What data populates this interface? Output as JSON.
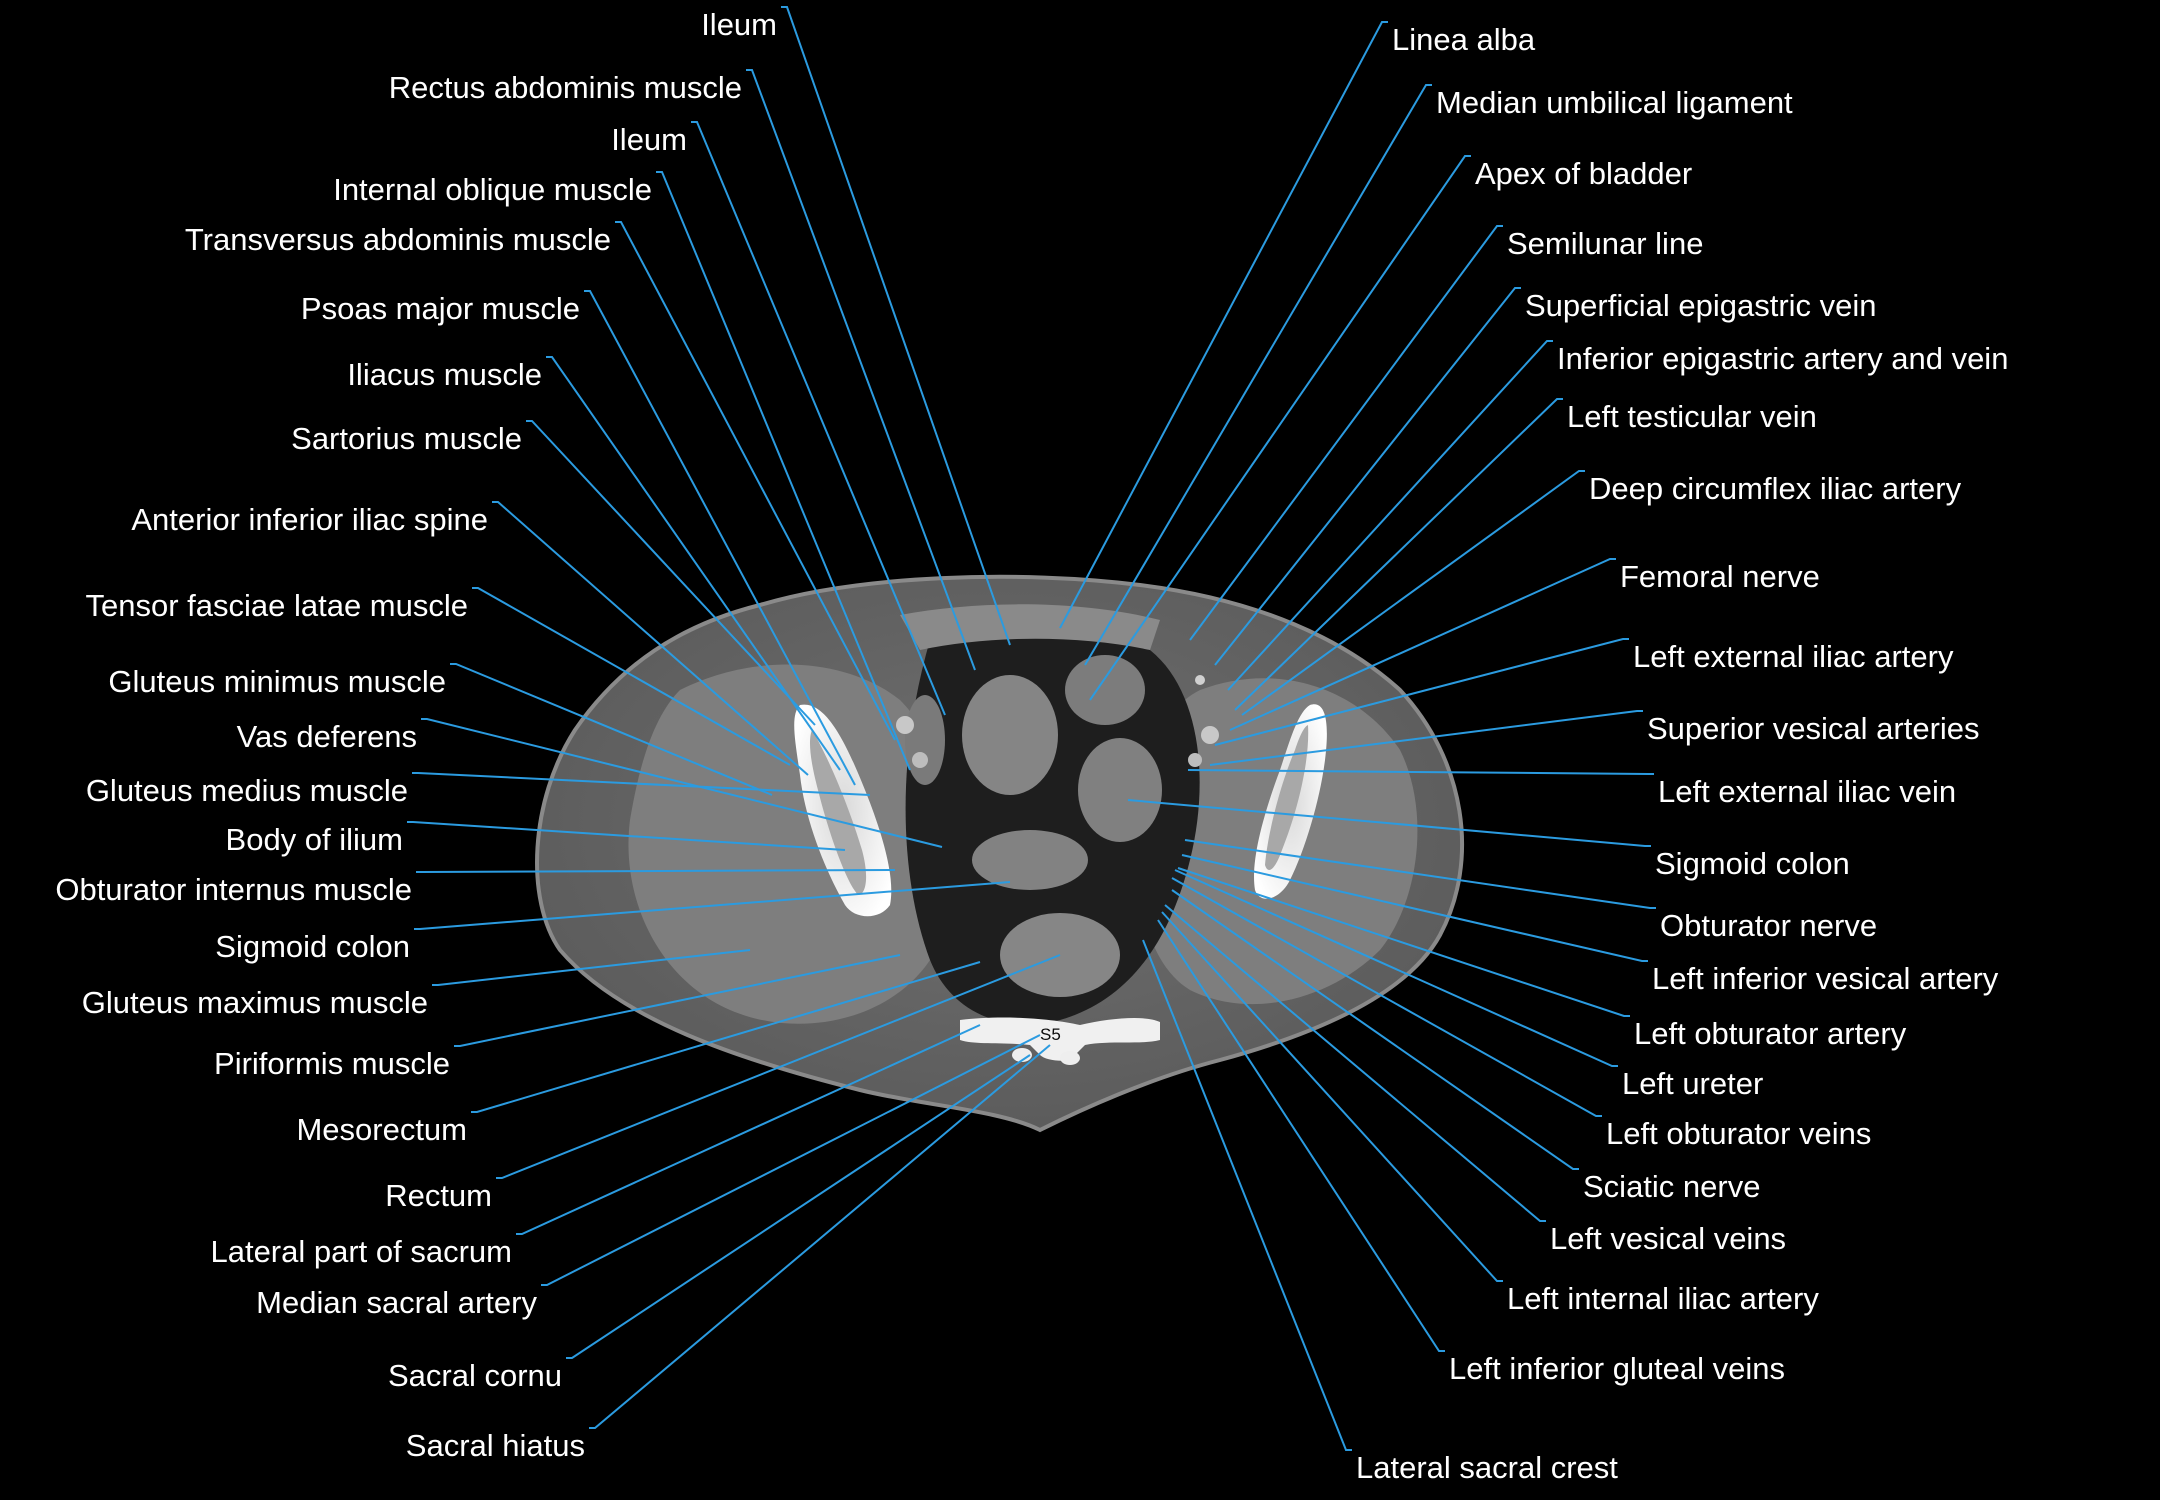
{
  "colors": {
    "background": "#000000",
    "leader_line": "#2b9be0",
    "label_text": "#ffffff"
  },
  "scan_annotation": "S5",
  "labels_left": [
    "Ileum",
    "Rectus abdominis muscle",
    "Ileum",
    "Internal oblique muscle",
    "Transversus abdominis muscle",
    "Psoas major muscle",
    "Iliacus muscle",
    "Sartorius muscle",
    "Anterior inferior iliac spine",
    "Tensor fasciae latae muscle",
    "Gluteus minimus muscle",
    "Vas deferens",
    "Gluteus medius muscle",
    "Body of ilium",
    "Obturator internus muscle",
    "Sigmoid colon",
    "Gluteus maximus muscle",
    "Piriformis muscle",
    "Mesorectum",
    "Rectum",
    "Lateral part of sacrum",
    "Median sacral artery",
    "Sacral cornu",
    "Sacral hiatus"
  ],
  "labels_right": [
    "Linea alba",
    "Median umbilical ligament",
    "Apex of bladder",
    "Semilunar line",
    "Superficial epigastric vein",
    "Inferior epigastric artery and vein",
    "Left testicular vein",
    "Deep circumflex iliac artery",
    "Femoral nerve",
    "Left external iliac artery",
    "Superior vesical arteries",
    "Left external iliac vein",
    "Sigmoid colon",
    "Obturator nerve",
    "Left inferior vesical artery",
    "Left obturator artery",
    "Left ureter",
    "Left obturator veins",
    "Sciatic nerve",
    "Left vesical veins",
    "Left internal iliac artery",
    "Left inferior gluteal veins",
    "Lateral sacral crest"
  ]
}
